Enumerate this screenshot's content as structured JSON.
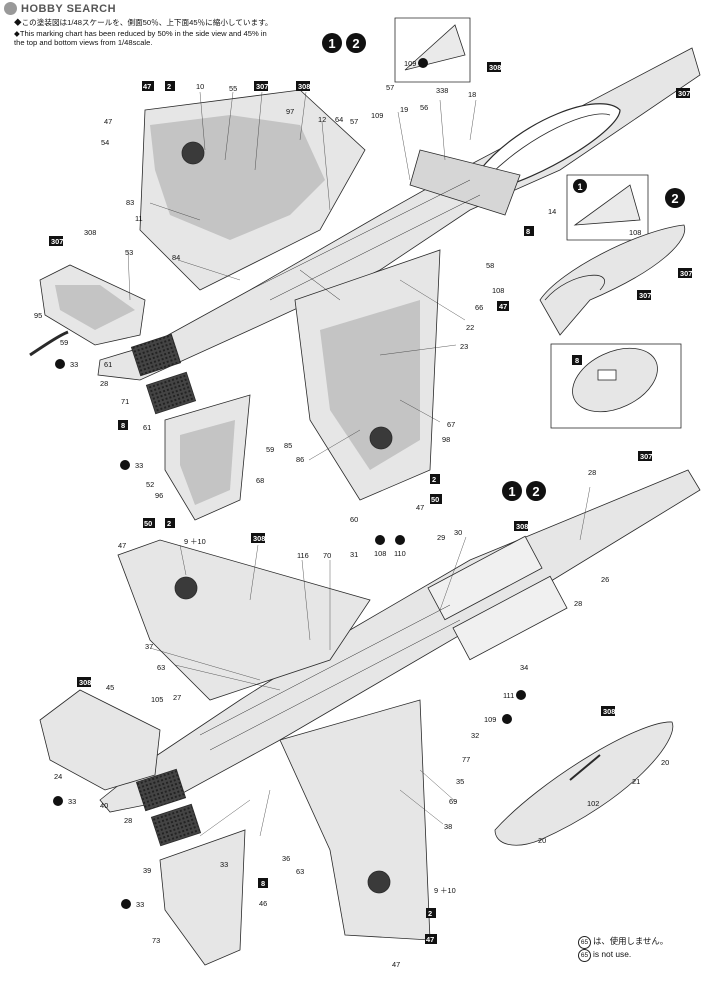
{
  "brand": {
    "name": "HOBBY SEARCH"
  },
  "notes": {
    "jp": "◆この塗装図は1/48スケールを、側面50％、上下面45％に縮小しています。",
    "en1": "◆This marking chart has been reduced by 50% in the side view and 45% in",
    "en2": "the top and bottom views from 1/48scale."
  },
  "view_badges": {
    "top": [
      "1",
      "2"
    ],
    "bottom": [
      "1",
      "2"
    ],
    "inset_main": "2",
    "inset_small": "1"
  },
  "footnote": {
    "part": "65",
    "jp": "は、使用しません。",
    "en": "is not use."
  },
  "colors": {
    "paint_light": "#e6e6e6",
    "paint_dark": "#c4c4c4",
    "roundel": "#3a3a3a",
    "line": "#2a2a2a"
  },
  "callouts_top": {
    "c1": "10",
    "c2": "55",
    "c3": "307",
    "c4": "308",
    "c5": "97",
    "c6": "12",
    "c7": "64",
    "c8": "57",
    "c9": "109",
    "c10": "57",
    "c11": "19",
    "c12": "56",
    "c13": "338",
    "c14": "18",
    "c15": "308",
    "c16": "307",
    "c17": "47",
    "c18": "54",
    "c19": "83",
    "c20": "11",
    "c21": "14",
    "c22": "8",
    "c23": "58",
    "c24": "108",
    "c25": "66",
    "c26": "47",
    "c27": "22",
    "c28": "23",
    "c29": "84",
    "c30": "53",
    "c31": "307",
    "c32": "308",
    "c33": "95",
    "c34": "59",
    "c35": "33",
    "c36": "61",
    "c37": "28",
    "c38": "71",
    "c39": "8",
    "c40": "61",
    "c41": "67",
    "c42": "98",
    "c43": "86",
    "c44": "85",
    "c45": "59",
    "c46": "33",
    "c47": "52",
    "c48": "96",
    "c49": "68",
    "c50": "60",
    "c51": "47",
    "c52": "2",
    "c53": "50",
    "c54": "47",
    "c55": "2"
  },
  "callouts_bottom": {
    "d1": "50",
    "d2": "2",
    "d3": "47",
    "d4": "9 ＋10",
    "d5": "308",
    "d6": "116",
    "d7": "70",
    "d8": "31",
    "d9": "108",
    "d10": "110",
    "d11": "29",
    "d12": "30",
    "d13": "308",
    "d14": "28",
    "d15": "307",
    "d16": "26",
    "d17": "28",
    "d18": "34",
    "d19": "111",
    "d20": "109",
    "d21": "32",
    "d22": "77",
    "d23": "35",
    "d24": "69",
    "d25": "38",
    "d26": "37",
    "d27": "63",
    "d28": "105",
    "d29": "27",
    "d30": "45",
    "d31": "308",
    "d32": "24",
    "d33": "33",
    "d34": "40",
    "d35": "28",
    "d36": "39",
    "d37": "33",
    "d38": "36",
    "d39": "63",
    "d40": "8",
    "d41": "46",
    "d42": "33",
    "d43": "73",
    "d44": "9 ＋10",
    "d45": "2",
    "d46": "47",
    "d47": "47",
    "d48": "308",
    "d49": "20",
    "d50": "21",
    "d51": "102",
    "d52": "20"
  },
  "callouts_inset": {
    "i1": "109",
    "i2": "108",
    "i3": "307",
    "i4": "307",
    "i5": "8"
  }
}
